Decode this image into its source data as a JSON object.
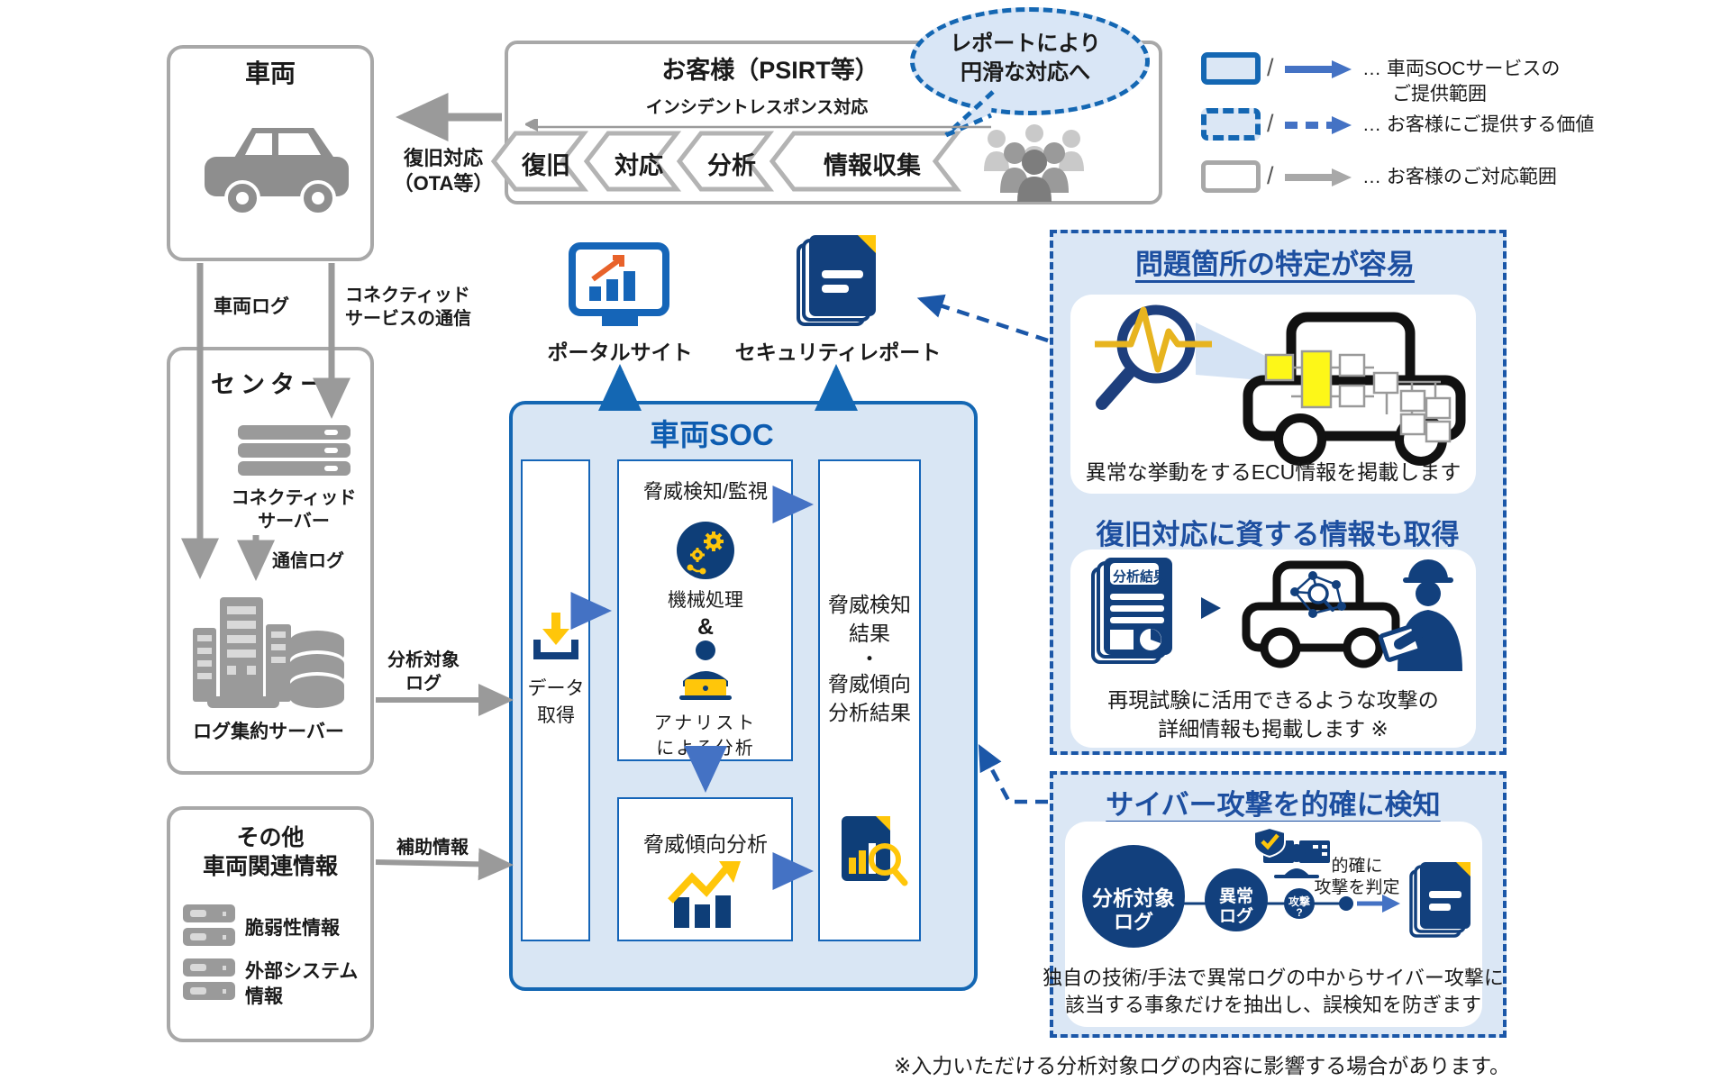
{
  "legend": {
    "slash": "/",
    "rows": [
      {
        "text1": "… 車両SOCサービスの",
        "text2": "ご提供範囲"
      },
      {
        "text1": "… お客様にご提供する価値",
        "text2": ""
      },
      {
        "text1": "… お客様のご対応範囲",
        "text2": ""
      }
    ]
  },
  "bubble": {
    "line1": "レポートにより",
    "line2": "円滑な対応へ"
  },
  "customer": {
    "title": "お客様（PSIRT等）",
    "subtitle": "インシデントレスポンス対応",
    "steps": [
      "復旧",
      "対応",
      "分析",
      "情報収集"
    ]
  },
  "vehicle": {
    "title": "車両"
  },
  "flows": {
    "recovery1": "復旧対応",
    "recovery2": "（OTA等）",
    "vehicle_log": "車両ログ",
    "connected1": "コネクティッド",
    "connected2": "サービスの通信",
    "comm_log": "通信ログ",
    "analysis1": "分析対象",
    "analysis2": "ログ",
    "aux": "補助情報"
  },
  "center": {
    "title": "センター",
    "server1": "コネクティッド",
    "server2": "サーバー",
    "log_server": "ログ集約サーバー"
  },
  "other": {
    "title1": "その他",
    "title2": "車両関連情報",
    "item1": "脆弱性情報",
    "item2a": "外部システム",
    "item2b": "情報"
  },
  "outputs": {
    "portal": "ポータルサイト",
    "report": "セキュリティレポート"
  },
  "soc": {
    "title": "車両SOC",
    "data1": "データ",
    "data2": "取得",
    "detect_title": "脅威検知/監視",
    "machine": "機械処理",
    "amp": "&",
    "analyst1": "アナリスト",
    "analyst2": "による分析",
    "result1": "脅威検知",
    "result2": "結果",
    "dot": "・",
    "result3": "脅威傾向",
    "result4": "分析結果",
    "trend": "脅威傾向分析"
  },
  "panel1": {
    "title": "問題箇所の特定が容易",
    "caption": "異常な挙動をするECU情報を掲載します"
  },
  "panel2": {
    "title": "復旧対応に資する情報も取得",
    "doc": "分析結果",
    "cap1": "再現試験に活用できるような攻撃の",
    "cap2": "詳細情報も掲載します ※"
  },
  "panel3": {
    "title": "サイバー攻撃を的確に検知",
    "c1a": "分析対象",
    "c1b": "ログ",
    "c2a": "異常",
    "c2b": "ログ",
    "c3a": "攻撃",
    "c3b": "?",
    "j1": "的確に",
    "j2": "攻撃を判定",
    "cap1": "独自の技術/手法で異常ログの中からサイバー攻撃に",
    "cap2": "該当する事象だけを抽出し、誤検知を防ぎます"
  },
  "footnote": "※入力いただける分析対象ログの内容に影響する場合があります。",
  "colors": {
    "blue": "#1467b3",
    "navy": "#12407d",
    "arrow_blue": "#4472c4",
    "gray": "#a8a8a8",
    "light_blue": "#dbe7f5",
    "yellow": "#ffc60a"
  }
}
